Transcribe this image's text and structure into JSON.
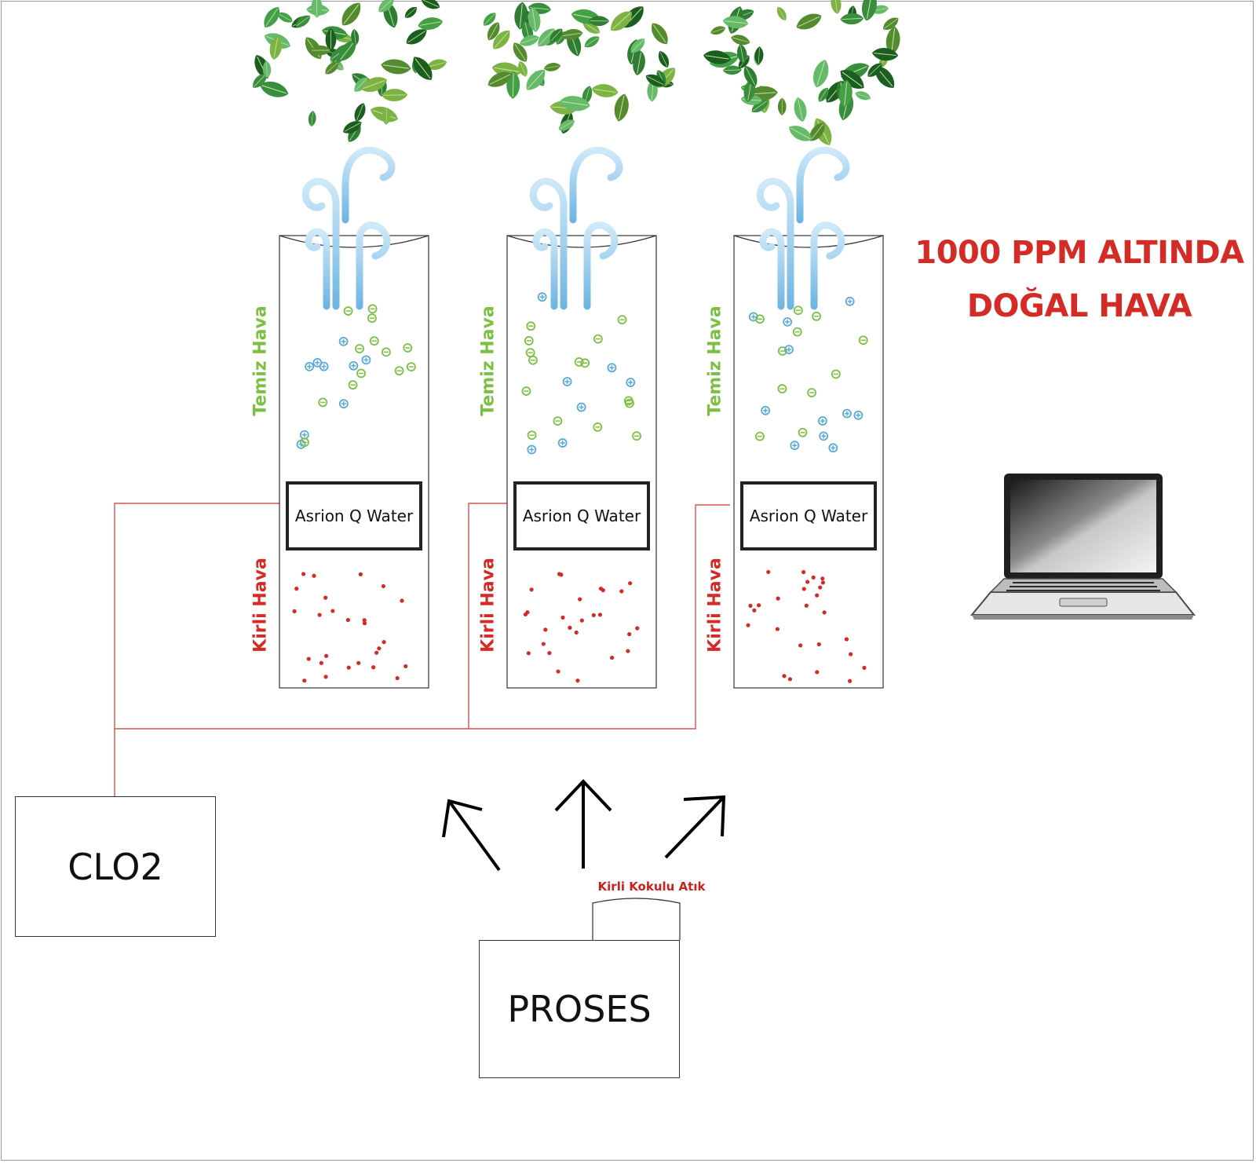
{
  "headline": {
    "line1": "1000 PPM ALTINDA",
    "line2": "DOĞAL HAVA"
  },
  "towers": [
    {
      "device_label": "Asrion Q Water",
      "clean_label": "Temiz Hava",
      "dirty_label": "Kirli Hava"
    },
    {
      "device_label": "Asrion Q Water",
      "clean_label": "Temiz Hava",
      "dirty_label": "Kirli Hava"
    },
    {
      "device_label": "Asrion Q Water",
      "clean_label": "Temiz Hava",
      "dirty_label": "Kirli Hava"
    }
  ],
  "clo2_label": "CLO2",
  "process_label": "PROSES",
  "waste_label": "Kirli Kokulu Atık",
  "colors": {
    "wire": "#d9534f",
    "clean": "#7bc043",
    "ion_blue": "#5aa9d6",
    "dirty": "#d42b26",
    "steam": "#8ec8ea",
    "leaf_dark": "#2e7d32",
    "leaf_light": "#7cb342"
  },
  "icons": [
    "leaf-cluster-icon",
    "steam-icon",
    "laptop-icon",
    "arrow-up-icon"
  ]
}
